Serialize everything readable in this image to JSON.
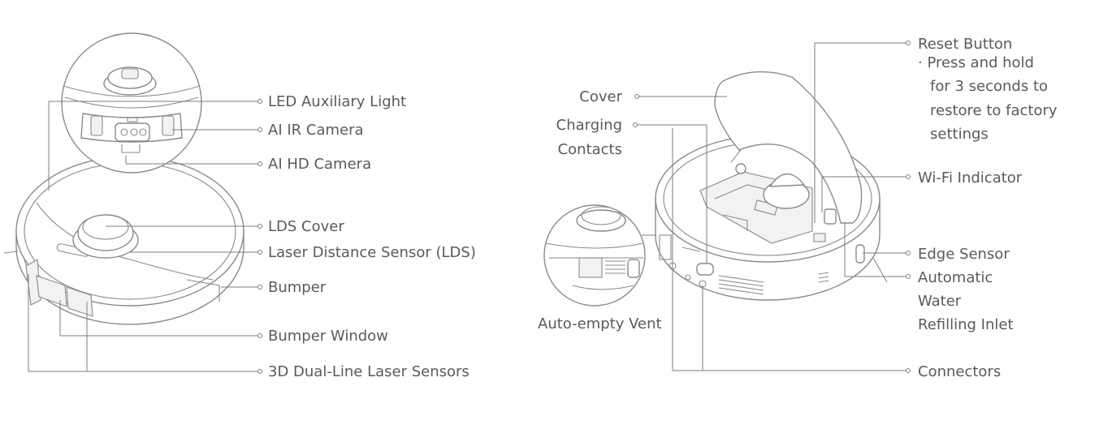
{
  "left_labels": {
    "led_light": "LED Auxiliary Light",
    "ir_camera": "AI IR Camera",
    "hd_camera": "AI HD Camera",
    "lds_cover": "LDS Cover",
    "lds": "Laser Distance Sensor (LDS)",
    "bumper": "Bumper",
    "bumper_window": "Bumper Window",
    "laser_sensors": "3D Dual-Line Laser Sensors"
  },
  "right_labels": {
    "cover": "Cover",
    "charging_1": "Charging",
    "charging_2": "Contacts",
    "auto_empty": "Auto-empty Vent",
    "reset": "Reset Button",
    "reset_note_1": "· Press and hold",
    "reset_note_2": "for 3 seconds to",
    "reset_note_3": "restore to factory",
    "reset_note_4": "settings",
    "wifi": "Wi-Fi Indicator",
    "edge": "Edge Sensor",
    "water_1": "Automatic",
    "water_2": "Water",
    "water_3": "Refilling Inlet",
    "connectors": "Connectors"
  }
}
